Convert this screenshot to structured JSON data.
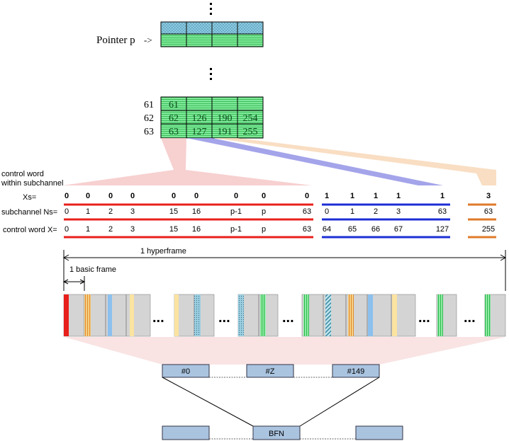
{
  "top": {
    "pointer_label": "Pointer p",
    "pointer_arrow": "->",
    "rows": [
      {
        "index": "61",
        "cells": [
          "61",
          "",
          "",
          ""
        ]
      },
      {
        "index": "62",
        "cells": [
          "62",
          "126",
          "190",
          "254"
        ]
      },
      {
        "index": "63",
        "cells": [
          "63",
          "127",
          "191",
          "255"
        ]
      }
    ]
  },
  "labels": {
    "control_word_line1": "control word",
    "control_word_line2": "within subchannel",
    "xs_label": "Xs=",
    "ns_label": "subchannel Ns=",
    "x_label": "control word X=",
    "hyperframe": "1 hyperframe",
    "basic_frame": "1 basic frame",
    "bfn": "BFN"
  },
  "table": {
    "red": {
      "xs": [
        "0",
        "0",
        "0",
        "0",
        "0",
        "0",
        "0",
        "0",
        "0"
      ],
      "ns": [
        "0",
        "1",
        "2",
        "3",
        "15",
        "16",
        "p-1",
        "p",
        "63"
      ],
      "x": [
        "0",
        "1",
        "2",
        "3",
        "15",
        "16",
        "p-1",
        "p",
        "63"
      ]
    },
    "blue": {
      "xs": [
        "1",
        "1",
        "1",
        "1",
        "1"
      ],
      "ns": [
        "0",
        "1",
        "2",
        "3",
        "63"
      ],
      "x": [
        "64",
        "65",
        "66",
        "67",
        "127"
      ]
    },
    "orange": {
      "xs": [
        "3"
      ],
      "ns": [
        "63"
      ],
      "x": [
        "255"
      ]
    }
  },
  "ellipsis": "...",
  "frame_boxes": [
    "#0",
    "#Z",
    "#149"
  ],
  "colors": {
    "red": "#e8201c",
    "blue": "#1c2fd6",
    "orange": "#e07a2a",
    "cell_green": "#6ee08a",
    "cell_blue": "#8cc8dc",
    "frame_gray": "#d4d4d4",
    "box_blue": "#aac4e0"
  }
}
